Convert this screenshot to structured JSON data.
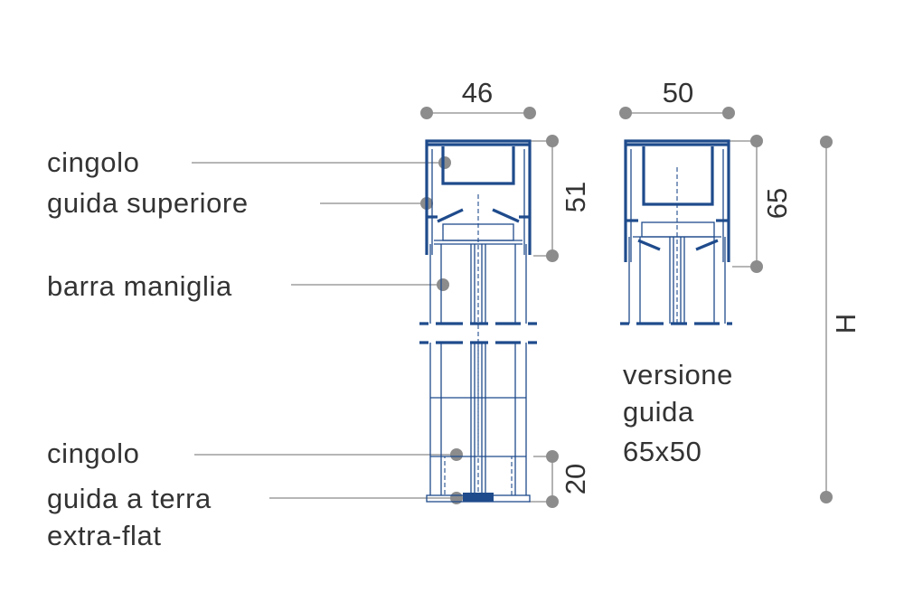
{
  "labels": {
    "top_belt": "cingolo",
    "top_guide": "guida superiore",
    "handle_bar": "barra maniglia",
    "bottom_belt": "cingolo",
    "floor_guide_line1": "guida a terra",
    "floor_guide_line2": "extra-flat"
  },
  "dimensions": {
    "main_width": "46",
    "main_top_height": "51",
    "main_bottom_height": "20",
    "alt_width": "50",
    "alt_height": "65",
    "overall_height": "H"
  },
  "version_note": {
    "line1": "versione",
    "line2": "guida",
    "line3": "65x50"
  },
  "colors": {
    "profile": "#1f4b8c",
    "leader": "#8a8a8a",
    "text": "#333333"
  }
}
